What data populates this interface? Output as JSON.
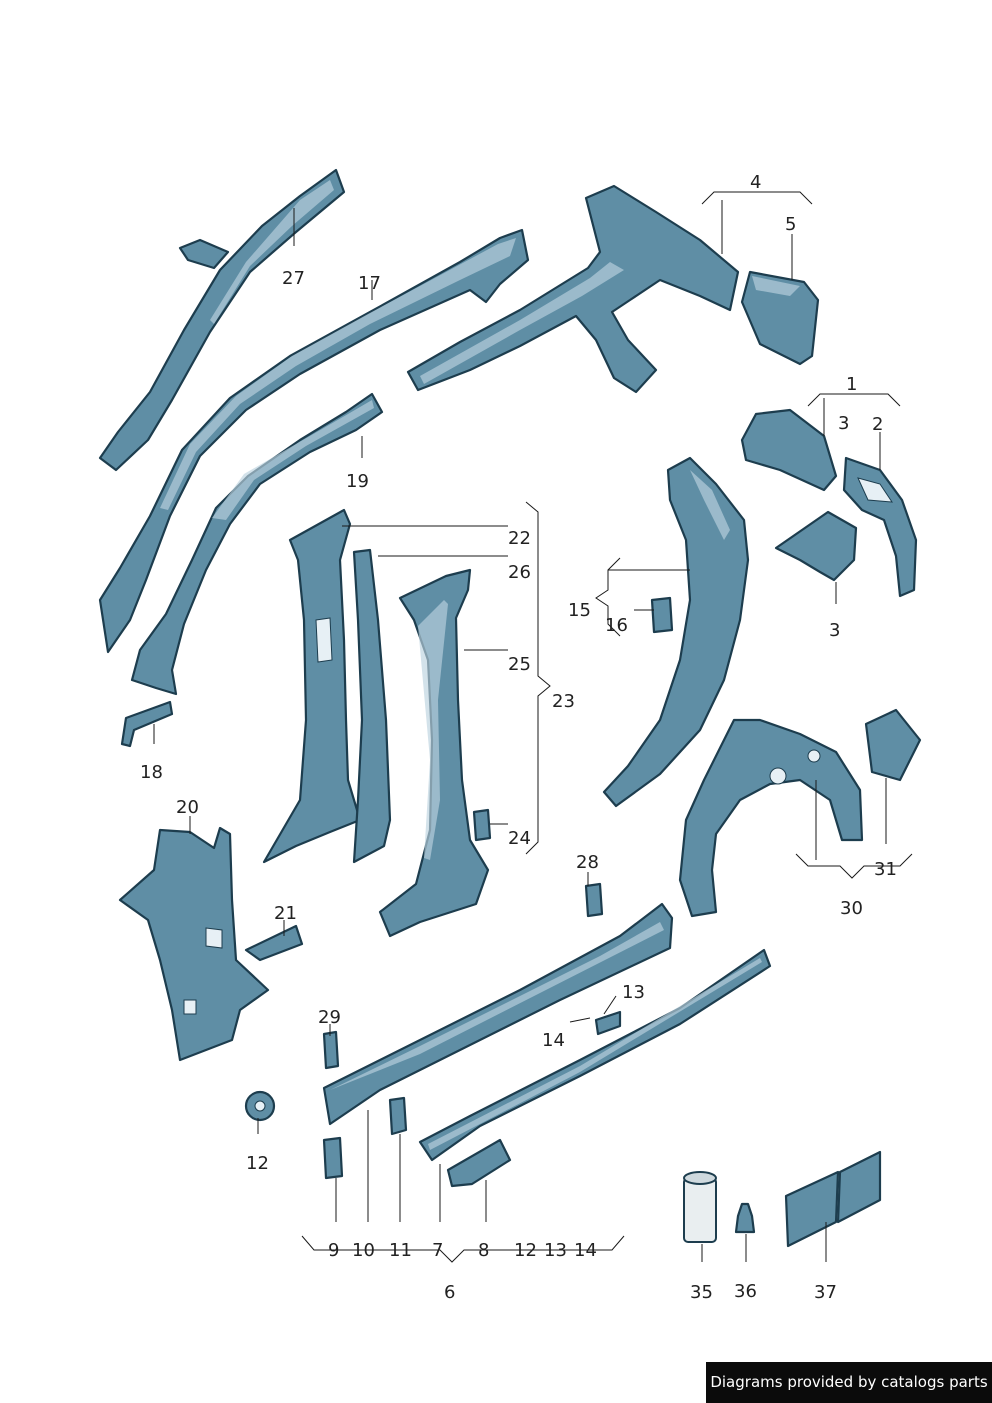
{
  "parts": {
    "p1": "1",
    "p2": "2",
    "p3a": "3",
    "p3b": "3",
    "p4": "4",
    "p5": "5",
    "p6": "6",
    "p7": "7",
    "p8": "8",
    "p9": "9",
    "p10": "10",
    "p11": "11",
    "p12": "12",
    "p12b": "12",
    "p13": "13",
    "p13b": "13",
    "p14": "14",
    "p14b": "14",
    "p15": "15",
    "p16": "16",
    "p17": "17",
    "p18": "18",
    "p19": "19",
    "p20": "20",
    "p21": "21",
    "p22": "22",
    "p23": "23",
    "p24": "24",
    "p25": "25",
    "p26": "26",
    "p27": "27",
    "p28": "28",
    "p29": "29",
    "p30": "30",
    "p31": "31",
    "p35": "35",
    "p36": "36",
    "p37": "37"
  },
  "footer": {
    "credit": "Diagrams provided by catalogs parts"
  },
  "colors": {
    "part_fill": "#5f8ea5",
    "part_outline": "#1d3d4e",
    "footer_bg": "#0b0b0b"
  }
}
